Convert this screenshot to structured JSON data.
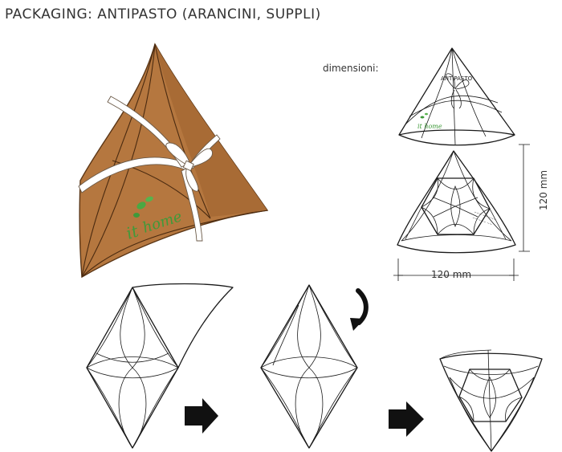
{
  "title": "PACKAGING: ANTIPASTO (ARANCINI, SUPPLI)",
  "dimensions_label": "dimensioni:",
  "width_label": "120 mm",
  "height_label": "120 mm",
  "box_label": "ANTIPASTO",
  "brand_logo": "it home",
  "colors": {
    "cardboard": "#b5773f",
    "cardboard_dark": "#8a5426",
    "ribbon": "#ffffff",
    "logo_green": "#3f9a3a",
    "line": "#1a1a1a"
  },
  "icons": [
    "curved-arrow-icon",
    "right-arrow-icon"
  ]
}
